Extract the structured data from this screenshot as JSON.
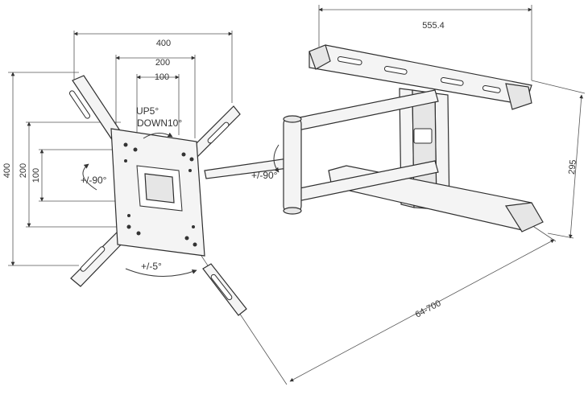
{
  "dimensions": {
    "top_width": "400",
    "mid_width": "200",
    "small_width": "100",
    "left_height": "400",
    "left_mid": "200",
    "left_small": "100",
    "arm_span": "555.4",
    "depth": "295",
    "extension": "64-700"
  },
  "labels": {
    "tilt_up": "UP5°",
    "tilt_down": "DOWN10°",
    "rotate_left": "+/-90°",
    "swivel_arm": "+/-90°",
    "level": "+/-5°"
  },
  "colors": {
    "line": "#3a3a3a",
    "fill": "#f4f4f4",
    "text": "#333333"
  }
}
